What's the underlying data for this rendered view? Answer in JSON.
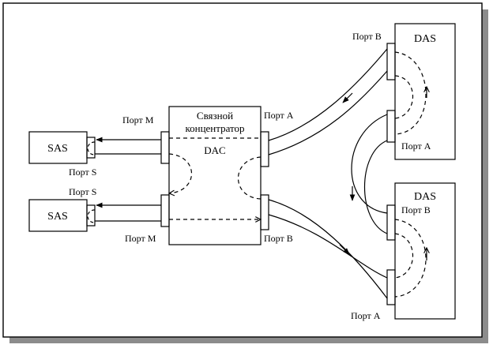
{
  "diagram": {
    "colors": {
      "stroke": "#000000",
      "shadow": "#8c8c8c",
      "frame_fill": "#ffffff",
      "background": "#ffffff"
    },
    "concentrator": {
      "title_line1": "Связной",
      "title_line2": "концентратор",
      "abbr": "DAC",
      "port_a": "Порт A",
      "port_b": "Порт B",
      "port_m_top": "Порт M",
      "port_m_bottom": "Порт M"
    },
    "sas_top": {
      "name": "SAS",
      "port": "Порт S"
    },
    "sas_bottom": {
      "name": "SAS",
      "port": "Порт S"
    },
    "das_top": {
      "name": "DAS",
      "port_b": "Порт B",
      "port_a": "Порт A"
    },
    "das_bottom": {
      "name": "DAS",
      "port_b": "Порт B",
      "port_a": "Порт A"
    }
  }
}
